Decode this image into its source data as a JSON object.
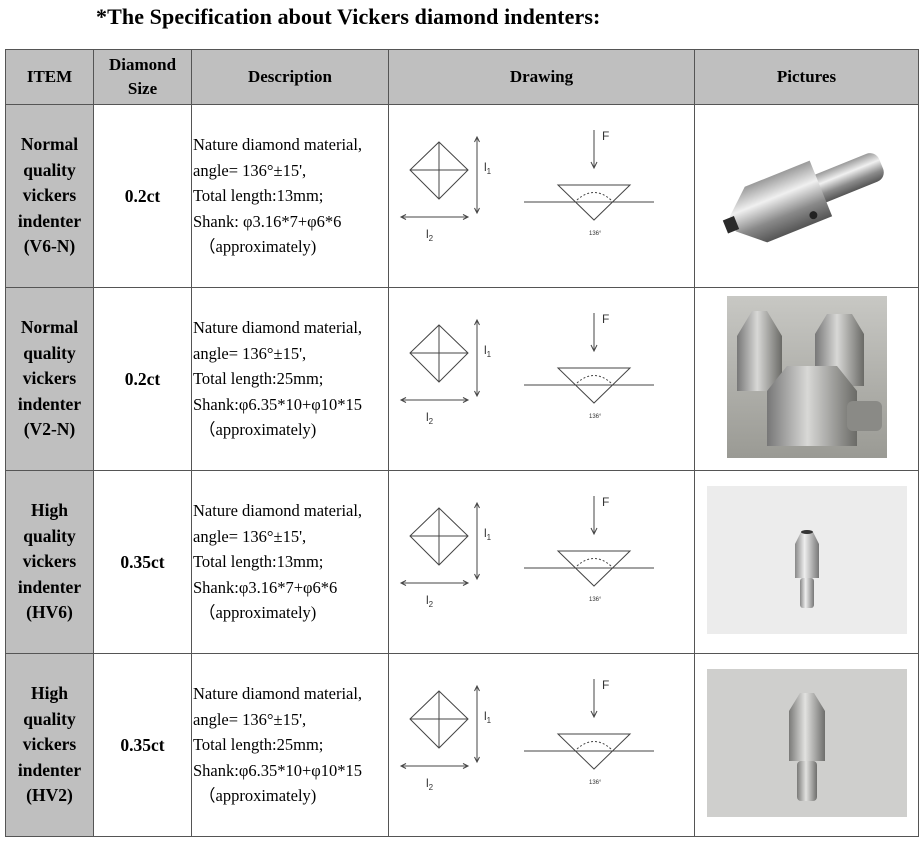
{
  "title": "*The Specification about Vickers diamond indenters:",
  "headers": {
    "item": "ITEM",
    "size_line1": "Diamond",
    "size_line2": "Size",
    "description": "Description",
    "drawing": "Drawing",
    "pictures": "Pictures"
  },
  "drawing_labels": {
    "l1": "l",
    "l1_sub": "1",
    "l2": "l",
    "l2_sub": "2",
    "force": "F",
    "angle": "136°"
  },
  "rows": [
    {
      "item": [
        "Normal",
        "quality",
        "vickers",
        "indenter",
        "(V6-N)"
      ],
      "size": "0.2ct",
      "desc": [
        "Nature diamond material,",
        "angle= 136°±15',",
        "Total length:13mm;",
        "Shank: φ3.16*7+φ6*6",
        "（approximately)"
      ]
    },
    {
      "item": [
        "Normal",
        "quality",
        "vickers",
        "indenter",
        "(V2-N)"
      ],
      "size": "0.2ct",
      "desc": [
        "Nature diamond material,",
        "angle= 136°±15',",
        "Total length:25mm;",
        "Shank:φ6.35*10+φ10*15",
        "（approximately)"
      ]
    },
    {
      "item": [
        "High",
        "quality",
        "vickers",
        "indenter",
        "(HV6)"
      ],
      "size": "0.35ct",
      "desc": [
        "Nature diamond material,",
        "angle= 136°±15',",
        "Total length:13mm;",
        "Shank:φ3.16*7+φ6*6",
        "（approximately)"
      ]
    },
    {
      "item": [
        "High",
        "quality",
        "vickers",
        "indenter",
        "(HV2)"
      ],
      "size": "0.35ct",
      "desc": [
        "Nature diamond material,",
        "angle= 136°±15',",
        "Total length:25mm;",
        "Shank:φ6.35*10+φ10*15",
        "（approximately)"
      ]
    }
  ]
}
